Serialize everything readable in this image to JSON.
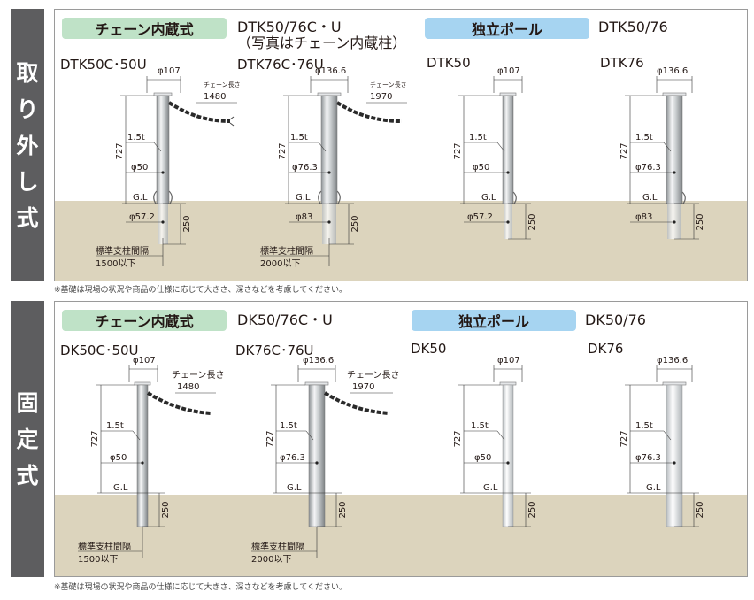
{
  "removable": {
    "side_label": [
      "取",
      "り",
      "外",
      "し",
      "式"
    ],
    "chain_type": {
      "badge": "チェーン内蔵式",
      "code_line1": "DTK50/76C・U",
      "code_line2": "（写真はチェーン内蔵柱）"
    },
    "standalone_type": {
      "badge": "独立ポール",
      "code": "DTK50/76"
    },
    "models": [
      {
        "name": "DTK50C･50U",
        "top_dia": "φ107",
        "chain_label": "チェーン長さ",
        "chain_length": "1480",
        "thickness": "1.5t",
        "height": "727",
        "pipe_dia": "φ50",
        "gl": "G.L",
        "socket_dia": "φ57.2",
        "depth": "250",
        "spacing_line1": "標準支柱間隔",
        "spacing_line2": "1500以下"
      },
      {
        "name": "DTK76C･76U",
        "top_dia": "φ136.6",
        "chain_label": "チェーン長さ",
        "chain_length": "1970",
        "thickness": "1.5t",
        "height": "727",
        "pipe_dia": "φ76.3",
        "gl": "G.L",
        "socket_dia": "φ83",
        "depth": "250",
        "spacing_line1": "標準支柱間隔",
        "spacing_line2": "2000以下"
      },
      {
        "name": "DTK50",
        "top_dia": "φ107",
        "thickness": "1.5t",
        "height": "727",
        "pipe_dia": "φ50",
        "gl": "G.L",
        "socket_dia": "φ57.2",
        "depth": "250"
      },
      {
        "name": "DTK76",
        "top_dia": "φ136.6",
        "thickness": "1.5t",
        "height": "727",
        "pipe_dia": "φ76.3",
        "gl": "G.L",
        "socket_dia": "φ83",
        "depth": "250"
      }
    ],
    "footnote": "※基礎は現場の状況や商品の仕様に応じて大きさ、深さなどを考慮してください。"
  },
  "fixed": {
    "side_label": [
      "固",
      "定",
      "式"
    ],
    "chain_type": {
      "badge": "チェーン内蔵式",
      "code": "DK50/76C・U"
    },
    "standalone_type": {
      "badge": "独立ポール",
      "code": "DK50/76"
    },
    "models": [
      {
        "name": "DK50C･50U",
        "top_dia": "φ107",
        "chain_label": "チェーン長さ",
        "chain_length": "1480",
        "thickness": "1.5t",
        "height": "727",
        "pipe_dia": "φ50",
        "gl": "G.L",
        "depth": "250",
        "spacing_line1": "標準支柱間隔",
        "spacing_line2": "1500以下"
      },
      {
        "name": "DK76C･76U",
        "top_dia": "φ136.6",
        "chain_label": "チェーン長さ",
        "chain_length": "1970",
        "thickness": "1.5t",
        "height": "727",
        "pipe_dia": "φ76.3",
        "gl": "G.L",
        "depth": "250",
        "spacing_line1": "標準支柱間隔",
        "spacing_line2": "2000以下"
      },
      {
        "name": "DK50",
        "top_dia": "φ107",
        "thickness": "1.5t",
        "height": "727",
        "pipe_dia": "φ50",
        "gl": "G.L",
        "depth": "250"
      },
      {
        "name": "DK76",
        "top_dia": "φ136.6",
        "thickness": "1.5t",
        "height": "727",
        "pipe_dia": "φ76.3",
        "gl": "G.L",
        "depth": "250"
      }
    ],
    "footnote": "※基礎は現場の状況や商品の仕様に応じて大きさ、深さなどを考慮してください。"
  },
  "colors": {
    "sidebar": "#5d5d5f",
    "chain_badge": "#bfe2c7",
    "pole_badge": "#a6d4f1",
    "ground": "#dcd4bd"
  }
}
